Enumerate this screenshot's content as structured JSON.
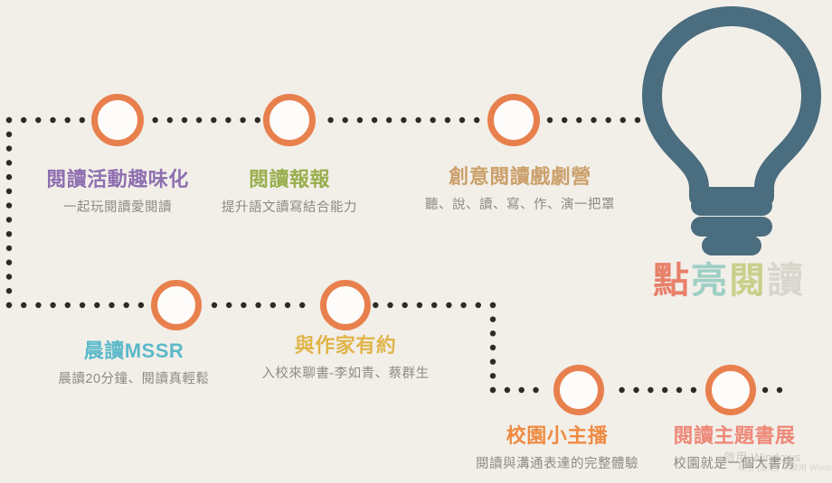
{
  "page": {
    "background_color": "#f2efe9",
    "brand_title_chars": [
      {
        "char": "點",
        "color": "#e8806a"
      },
      {
        "char": "亮",
        "color": "#9ecfc4"
      },
      {
        "char": "閱",
        "color": "#c9cf8a"
      },
      {
        "char": "讀",
        "color": "#d9d6cd"
      }
    ],
    "brand_title_text": "點亮閱讀"
  },
  "bulb": {
    "name": "lightbulb",
    "color": "#4a6d7f"
  },
  "path": {
    "dot_color": "#2e2a26",
    "node_ring_color": "#e8804e",
    "node_fill_color": "#fdfcfa"
  },
  "items": [
    {
      "id": "item-1",
      "title": "閱讀活動趣味化",
      "subtitle": "一起玩閱讀愛閱讀",
      "title_color": "#8e6fb0"
    },
    {
      "id": "item-2",
      "title": "閱讀報報",
      "subtitle": "提升語文讀寫結合能力",
      "title_color": "#9aaf4e"
    },
    {
      "id": "item-3",
      "title": "創意閱讀戲劇營",
      "subtitle": "聽、說、讀、寫、作、演一把罩",
      "title_color": "#cba06a"
    },
    {
      "id": "item-4",
      "title": "晨讀MSSR",
      "subtitle": "晨讀20分鐘、閱讀真輕鬆",
      "title_color": "#5bb9c9"
    },
    {
      "id": "item-5",
      "title": "與作家有約",
      "subtitle": "入校來聊書-李如青、蔡群生",
      "title_color": "#e0b54a"
    },
    {
      "id": "item-6",
      "title": "校園小主播",
      "subtitle": "閱讀與溝通表達的完整體驗",
      "title_color": "#ef8b43"
    },
    {
      "id": "item-7",
      "title": "閱讀主題書展",
      "subtitle": "校園就是一個大書房",
      "title_color": "#ee8878"
    }
  ],
  "watermark": {
    "line1": "啟用 Windows",
    "line2": "移至 [設定] 以啟用 Windows。"
  }
}
